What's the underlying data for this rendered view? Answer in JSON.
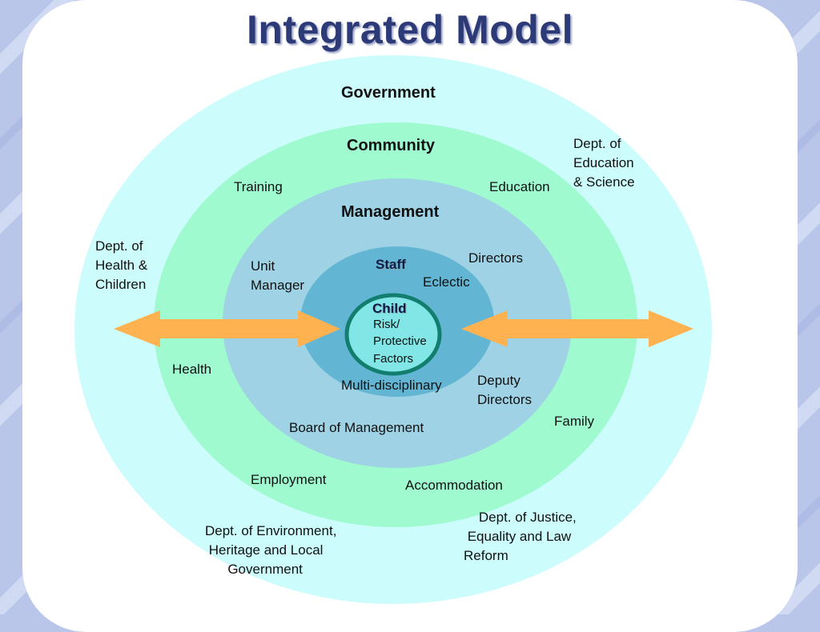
{
  "title": "Integrated Model",
  "colors": {
    "background": "#b9c6ea",
    "ring_government": "#ccfcfc",
    "ring_community": "#9ffad0",
    "ring_management": "#9ed2e4",
    "ring_staff": "#63b5d4",
    "child_fill": "#82e6e6",
    "child_border": "#127e6e",
    "arrow": "#ffb24f"
  },
  "rings": {
    "government": "Government",
    "community": "Community",
    "management": "Management",
    "staff": "Staff",
    "child": "Child"
  },
  "child_items": [
    "Risk/",
    "Protective",
    "Factors"
  ],
  "labels": {
    "dept_education": "Dept. of\nEducation\n& Science",
    "dept_health": "Dept. of\nHealth &\nChildren",
    "dept_environment": "Dept. of Environment,\n Heritage and Local\n      Government",
    "dept_justice": "    Dept. of Justice,\n Equality and Law\nReform",
    "training": "Training",
    "education": "Education",
    "health": "Health",
    "family": "Family",
    "employment": "Employment",
    "accommodation": "Accommodation",
    "unit_manager": "Unit\nManager",
    "directors": "Directors",
    "deputy_directors": "Deputy\nDirectors",
    "board": "Board of Management",
    "eclectic": "Eclectic",
    "multidisciplinary": "Multi-disciplinary"
  }
}
